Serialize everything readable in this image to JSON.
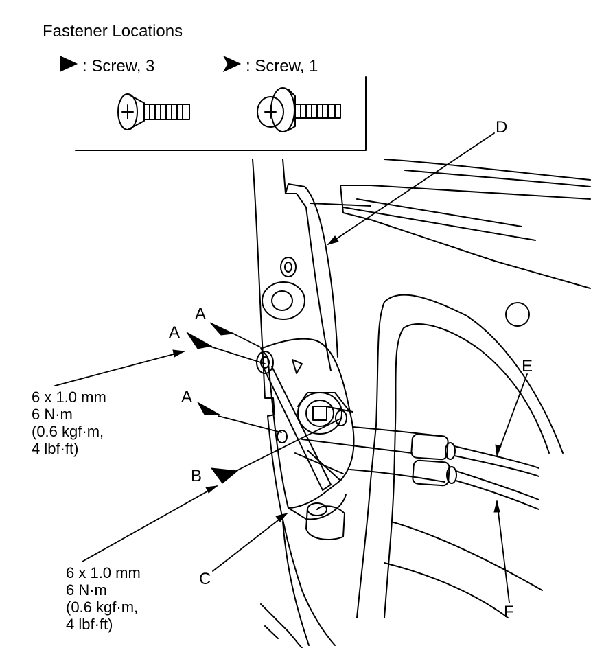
{
  "title": "Fastener Locations",
  "legend": [
    {
      "symbol": "flat-head-screw-marker",
      "text": ": Screw, 3"
    },
    {
      "symbol": "washer-screw-marker",
      "text": ": Screw, 1"
    }
  ],
  "callouts": {
    "A1": "A",
    "A2": "A",
    "A3": "A",
    "B": "B",
    "C": "C",
    "D": "D",
    "E": "E",
    "F": "F"
  },
  "specs": {
    "spec_a": [
      "6 x 1.0 mm",
      "6 N·m",
      "(0.6 kgf·m,",
      "4 lbf·ft)"
    ],
    "spec_b": [
      "6 x 1.0 mm",
      "6 N·m",
      "(0.6 kgf·m,",
      "4 lbf·ft)"
    ]
  }
}
